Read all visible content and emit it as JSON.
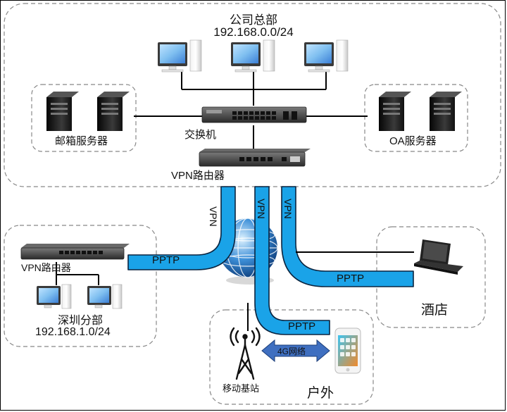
{
  "hq": {
    "title": "公司总部",
    "subnet": "192.168.0.0/24"
  },
  "mail_group": {
    "label": "邮箱服务器"
  },
  "oa_group": {
    "label": "OA服务器"
  },
  "switch": {
    "label": "交换机"
  },
  "hq_router": {
    "label": "VPN路由器"
  },
  "tunnels": {
    "vpn_label": "VPN",
    "pptp_label": "PPTP"
  },
  "shenzhen": {
    "router_label": "VPN路由器",
    "title": "深圳分部",
    "subnet": "192.168.1.0/24"
  },
  "hotel": {
    "label": "酒店"
  },
  "outdoor": {
    "label": "户外",
    "station_label": "移动基站",
    "link_label": "4G网络"
  },
  "colors": {
    "tunnel_fill": "#1aa3e8",
    "tunnel_stroke": "#0a2440",
    "group_border": "#888888",
    "arrow_fill": "#3f6fc0"
  }
}
